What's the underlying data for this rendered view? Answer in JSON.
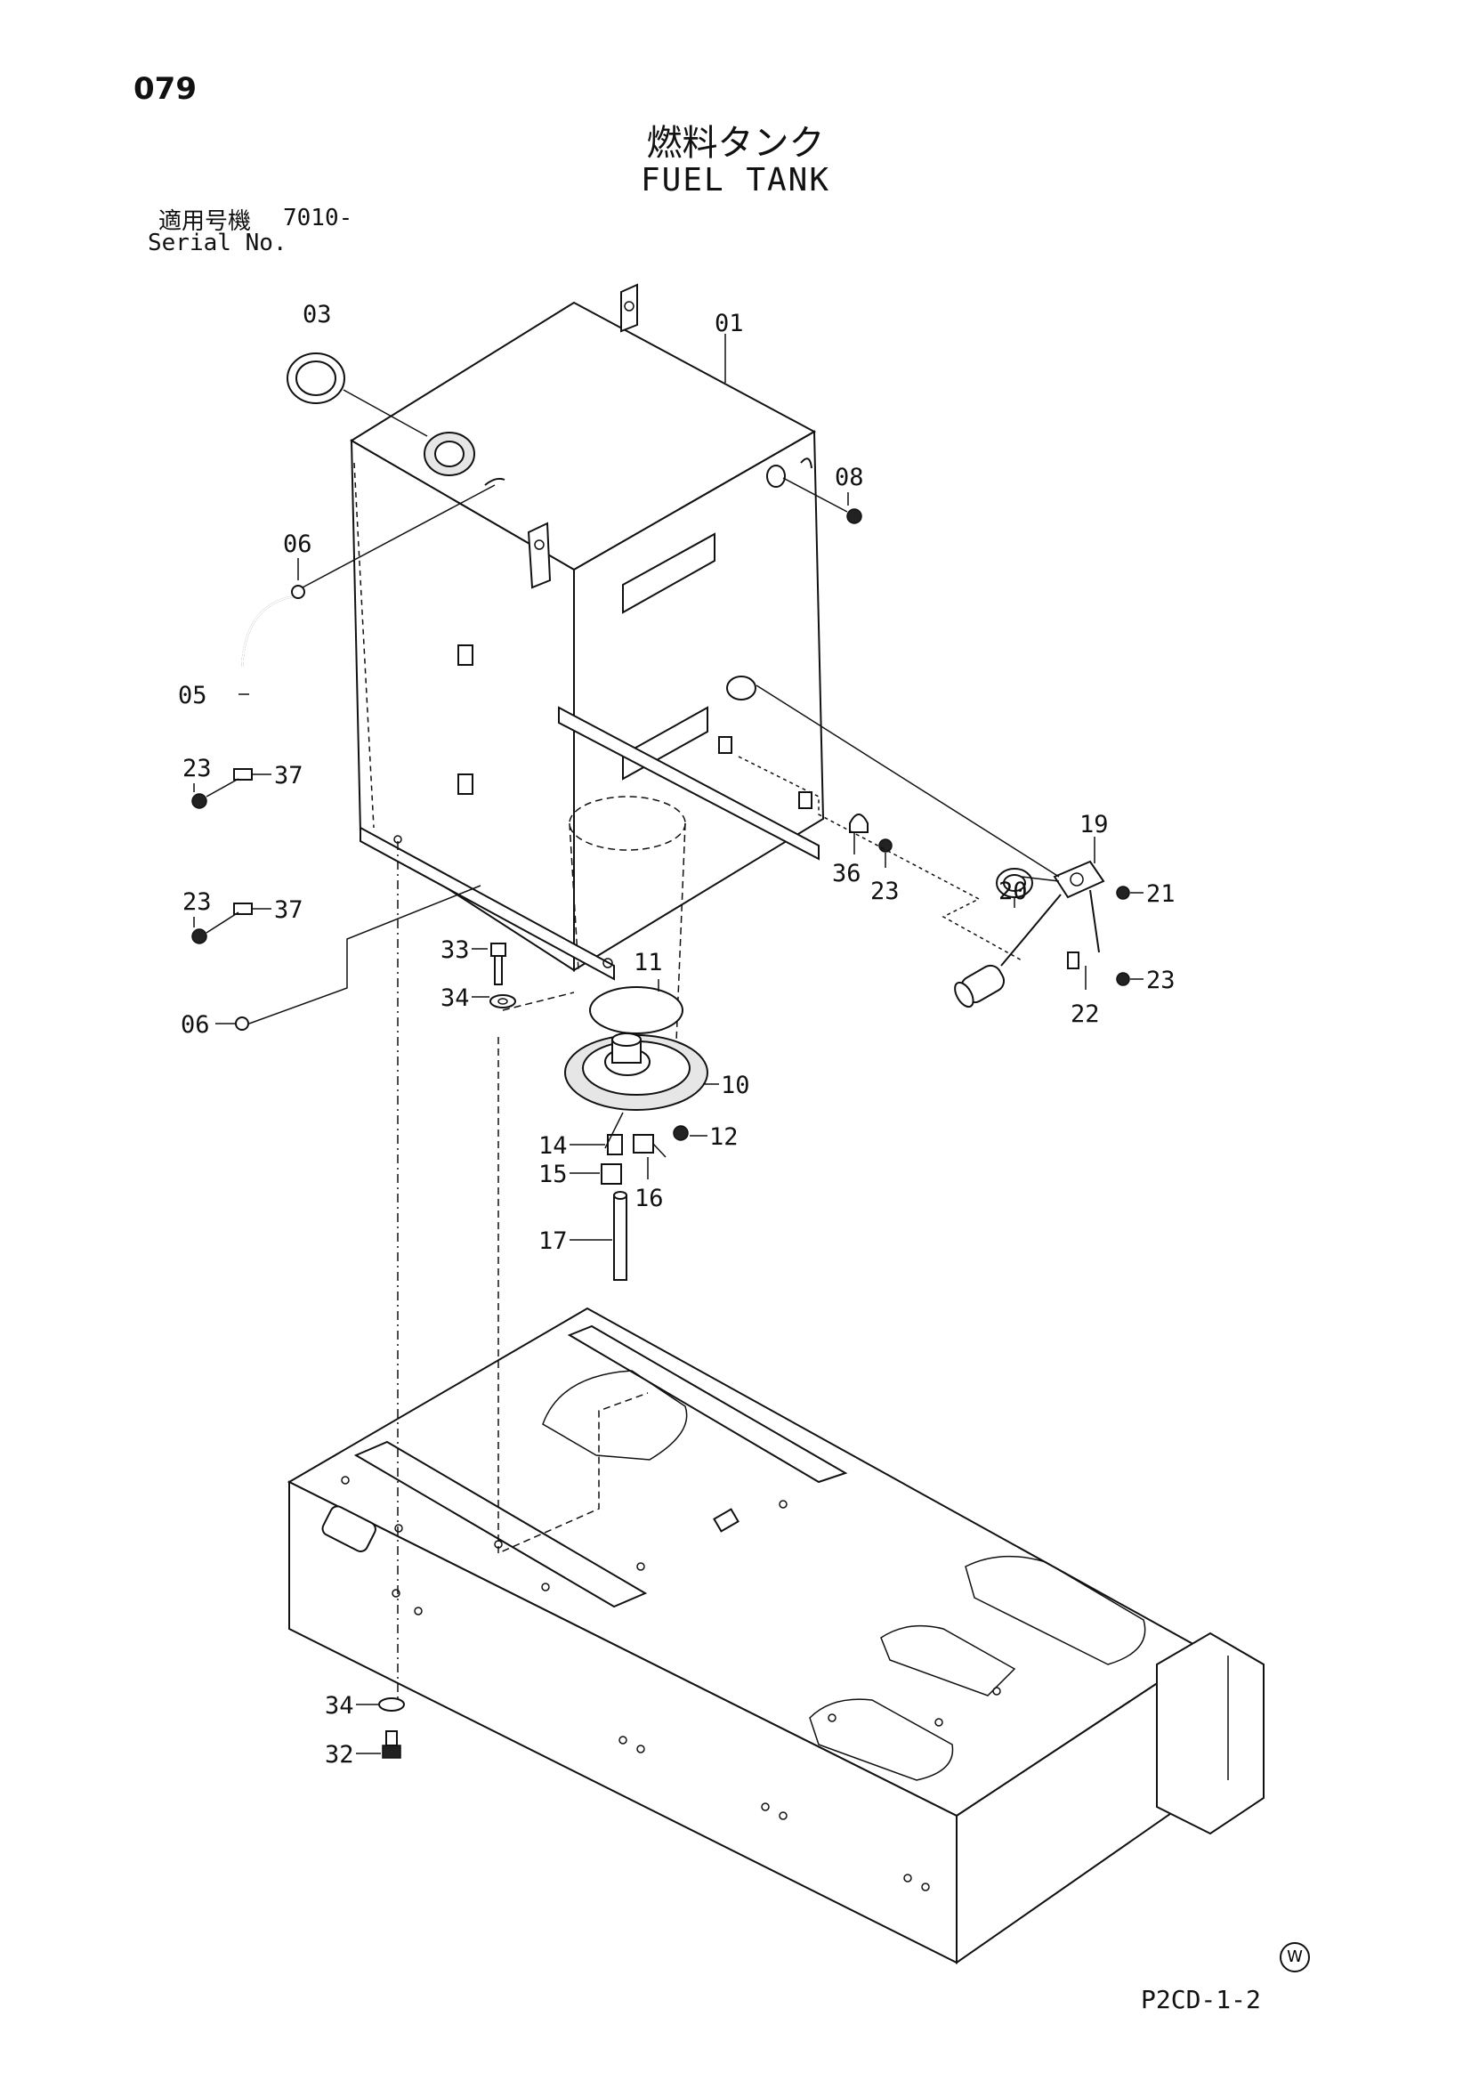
{
  "header": {
    "page_number": "079",
    "title_jp": "燃料タンク",
    "title_en": "FUEL TANK",
    "serial_label_jp": "適用号機",
    "serial_value": "7010-",
    "serial_label_en": "Serial No."
  },
  "footer": {
    "drawing_code": "P2CD-1-2",
    "mark": "W"
  },
  "callouts": [
    {
      "id": "c01",
      "label": "01"
    },
    {
      "id": "c03",
      "label": "03"
    },
    {
      "id": "c05",
      "label": "05"
    },
    {
      "id": "c06a",
      "label": "06"
    },
    {
      "id": "c06b",
      "label": "06"
    },
    {
      "id": "c08",
      "label": "08"
    },
    {
      "id": "c10",
      "label": "10"
    },
    {
      "id": "c11",
      "label": "11"
    },
    {
      "id": "c12",
      "label": "12"
    },
    {
      "id": "c14",
      "label": "14"
    },
    {
      "id": "c15",
      "label": "15"
    },
    {
      "id": "c16",
      "label": "16"
    },
    {
      "id": "c17",
      "label": "17"
    },
    {
      "id": "c19",
      "label": "19"
    },
    {
      "id": "c20",
      "label": "20"
    },
    {
      "id": "c21",
      "label": "21"
    },
    {
      "id": "c22",
      "label": "22"
    },
    {
      "id": "c23a",
      "label": "23"
    },
    {
      "id": "c23b",
      "label": "23"
    },
    {
      "id": "c23c",
      "label": "23"
    },
    {
      "id": "c23d",
      "label": "23"
    },
    {
      "id": "c32",
      "label": "32"
    },
    {
      "id": "c33",
      "label": "33"
    },
    {
      "id": "c34a",
      "label": "34"
    },
    {
      "id": "c34b",
      "label": "34"
    },
    {
      "id": "c36",
      "label": "36"
    },
    {
      "id": "c37a",
      "label": "37"
    },
    {
      "id": "c37b",
      "label": "37"
    }
  ]
}
